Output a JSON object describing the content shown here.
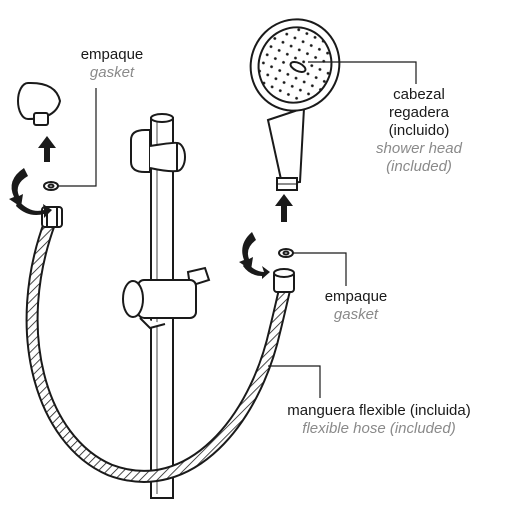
{
  "labels": {
    "gasket_top": {
      "es": "empaque",
      "en": "gasket"
    },
    "shower_head": {
      "es": [
        "cabezal",
        "regadera",
        "(incluido)"
      ],
      "en": [
        "shower head",
        "(included)"
      ]
    },
    "gasket_right": {
      "es": "empaque",
      "en": "gasket"
    },
    "hose": {
      "es": "manguera flexible (incluida)",
      "en": "flexible hose (included)"
    }
  },
  "colors": {
    "ink": "#1a1a1a",
    "english_text": "#8a8a8a",
    "background": "#ffffff"
  }
}
